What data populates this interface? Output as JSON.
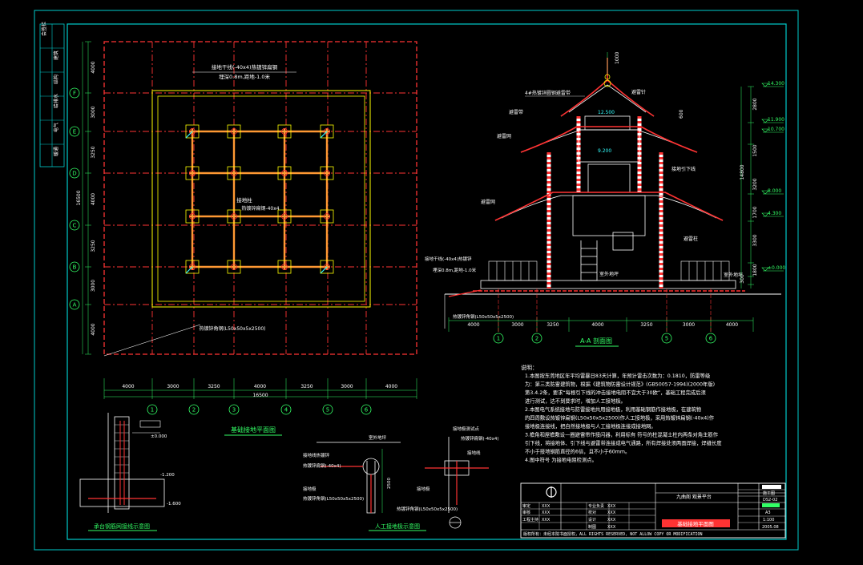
{
  "plan": {
    "title": "基础接地平面图",
    "row_axes": [
      "F",
      "E",
      "D",
      "C",
      "B",
      "A"
    ],
    "col_axes": [
      "1",
      "2",
      "3",
      "4",
      "5",
      "6"
    ],
    "row_dims": [
      "4000",
      "3000",
      "3250",
      "4000",
      "3250",
      "3000",
      "4000"
    ],
    "row_total": "16500",
    "col_dims": [
      "4000",
      "3000",
      "3250",
      "4000",
      "3250",
      "3000",
      "4000"
    ],
    "col_total": "16500",
    "note_top_1": "接地干线(-40x4)热镀锌扁钢",
    "note_top_2": "埋深0.8m,距地-1.0米",
    "note_mid_1": "接地柱",
    "note_mid_2": "热镀锌扁钢-40x4",
    "note_bottom": "热镀锌角钢(L50x50x5x2500)"
  },
  "section": {
    "title": "A-A 剖面图",
    "col_axes": [
      "1",
      "2",
      "5",
      "6"
    ],
    "dims": [
      "4000",
      "3000",
      "3250",
      "4000",
      "3250",
      "3000",
      "4000"
    ],
    "elevations": [
      "14.300",
      "11.900",
      "10.700",
      "8.000",
      "4.300",
      "±0.000"
    ],
    "vdims": [
      "2800",
      "1500",
      "3200",
      "14800",
      "1700",
      "3300",
      "1800",
      "300"
    ],
    "top_dim": "1000",
    "labels": {
      "lightning_rod": "避雷针",
      "rod_top": "4#热镀锌圆钢避雷带",
      "ridge": "避雷带",
      "eave": "避雷网",
      "ceiling": "避雷网",
      "column_lead": "接地引下线",
      "pillar": "避雷柱",
      "ground_lead_1": "接地干线(-40x4)热镀锌",
      "ground_lead_2": "埋深0.8m,距地-1.0米",
      "pole": "热镀锌角钢(L50x50x5x2500)",
      "outdoor_left": "室外地坪",
      "outdoor_right": "室外地坪",
      "h1": "12.500",
      "h2": "9.200",
      "h3": "600"
    }
  },
  "notes": {
    "heading": "说明：",
    "items": [
      "1.本图按东莞地区年平均雷暴日83天计算，年预计雷击次数为：0.1810，防雷等级",
      "为：第三类防雷建筑物，根据《建筑物防雷设计规范》(GB50057-1994)(2000年版)",
      "第3.4.2条，要求“每根引下线的冲击接地电阻不宜大于30欧”，基础工程完成后须",
      "进行测试，达不到要求时，增加人工接地极。",
      "2.本图电气系统接地与防雷接地共用接地极，利用基础钢筋作接地极，在建筑物",
      "的四周敷设热镀锌扁钢(L50x50x5x2500)作人工接地极，采用热镀锌扁钢(-40x4)作",
      "接地极连接线，把自然接地极与人工接地极连接成接地网。",
      "3.檐角和屋檐敷设一圈避雷带作接闪器，利用标有    符号的柱混凝土柱内两条对角主筋作",
      "引下线，将接地体、引下线与避雷带连接成电气通路，所有焊接处须两面焊接，焊缝长度",
      "不小于接地钢筋直径的6倍，且不小于60mm。",
      "4.图中符号    为接地电阻检测点。"
    ]
  },
  "details": {
    "left_title": "承台钢筋网接线示意图",
    "left_elev_1": "-1.200",
    "left_elev_2": "-1.600",
    "left_elev_3": "±0.000",
    "mid_title": "人工接地极示意图",
    "mid_label_1": "室外地坪",
    "mid_label_2": "接地线热镀锌",
    "mid_label_3": "热镀锌扁钢(-40x4)",
    "mid_label_4": "接地极",
    "mid_label_5": "热镀锌角钢(L50x50x5x2500)",
    "mid_dim": "2500",
    "right_label_1": "接地极测试点",
    "right_label_2": "热镀锌扁钢(-40x4)",
    "right_label_3": "接地线",
    "right_label_4": "接地极",
    "right_label_5": "热镀锌角钢(L50x50x5x2500)"
  },
  "title_block": {
    "project": "九曲阁  观景平台",
    "drawing_name": "基础接地平面图",
    "scale": "1:100",
    "date": "2005.08",
    "drawing_no": "DS2-02",
    "stage": "施工图",
    "size": "A3",
    "footer": "版权所有：未经本院书面授权，ALL RIGHTS RESERVED, NOT ALLOW COPY OR MODIFICATION",
    "roles": [
      "审定",
      "审核",
      "工程主持",
      "专业负责",
      "校对",
      "设计",
      "制图"
    ],
    "names": [
      "XXX",
      "XXX",
      "XXX",
      "XXX",
      "XXX",
      "XXX",
      "XXX"
    ]
  },
  "side_strip": [
    "会签栏",
    "建筑",
    "结构",
    "给排水",
    "电气",
    "暖通"
  ],
  "colors": {
    "background": "#000000",
    "frame": "#00cccc",
    "axis": "#ff3333",
    "grid_beam": "#ff9933",
    "column": "#ffff00",
    "text": "#ffffff",
    "dim": "#33ff66"
  }
}
